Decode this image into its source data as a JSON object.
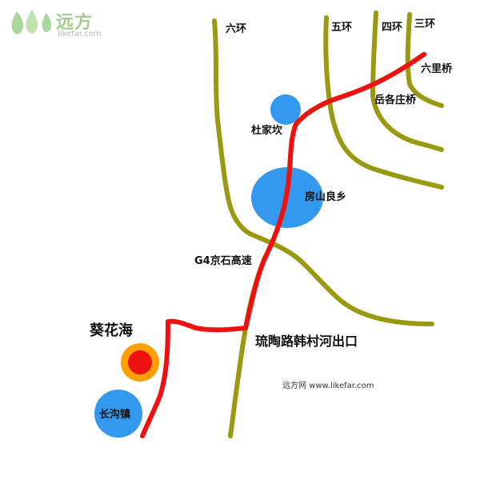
{
  "logo": {
    "brand": "远方",
    "url": "likefar.com"
  },
  "road_labels": {
    "ring6": "六环",
    "ring5": "五环",
    "ring4": "四环",
    "ring3": "三环",
    "liulibridge": "六里桥",
    "yuegezhuang": "岳各庄桥",
    "g4": "G4京石高速",
    "exit": "琉陶路韩村河出口"
  },
  "places": {
    "dujiakan": "杜家坎",
    "fangshan": "房山良乡",
    "kuihuahai": "葵花海",
    "changgou": "长沟镇"
  },
  "watermark": "远方网 www.likefar.com",
  "colors": {
    "road": "#9a9a12",
    "route": "#ee1111",
    "place": "#3399ee",
    "destination_outer": "#ffa000",
    "destination_inner": "#ee1111",
    "logo": "#9fd08b"
  }
}
